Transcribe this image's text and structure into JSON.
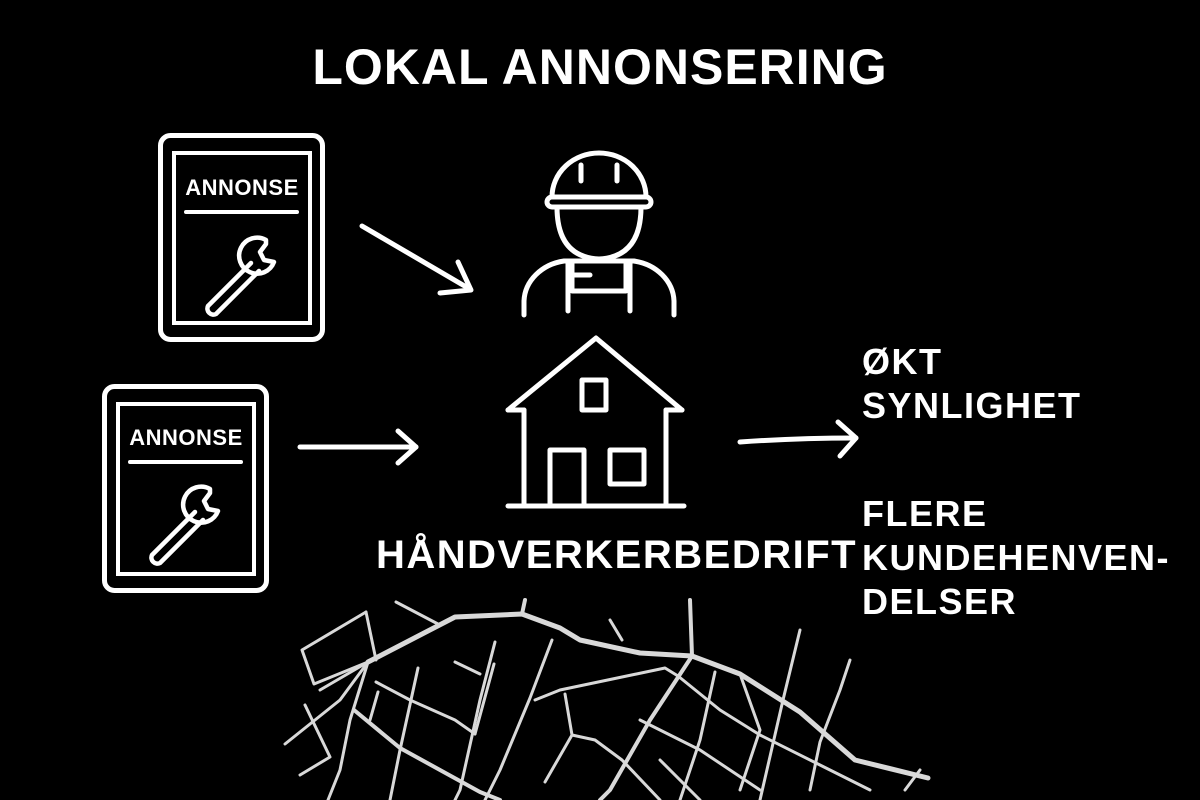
{
  "title": "LOKAL ANNONSERING",
  "signs": [
    {
      "label": "ANNONSE",
      "icon": "wrench-icon"
    },
    {
      "label": "ANNONSE",
      "icon": "wrench-icon"
    }
  ],
  "center": {
    "worker_icon": "construction-worker-icon",
    "house_icon": "house-icon",
    "label": "HÅNDVERKERBEDRIFT"
  },
  "benefits": [
    {
      "line1": "ØKT",
      "line2": "SYNLIGHET"
    },
    {
      "line1": "FLERE",
      "line2": "KUNDEHENVEN-",
      "line3": "DELSER"
    }
  ],
  "map": {
    "icon": "street-map-icon"
  },
  "colors": {
    "background": "#000000",
    "foreground": "#ffffff",
    "map_lines": "#d9d9d9"
  }
}
